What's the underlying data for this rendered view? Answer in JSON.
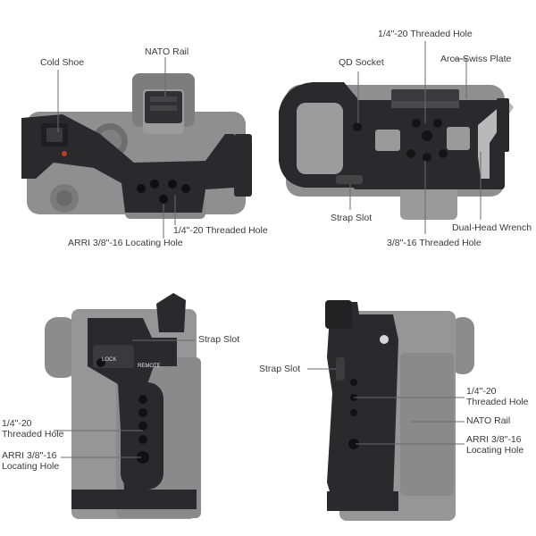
{
  "panels": {
    "top_view": {
      "labels": {
        "cold_shoe": "Cold Shoe",
        "nato_rail": "NATO Rail",
        "threaded_hole_quarter": "1/4\"-20 Threaded Hole",
        "arri_locating_hole": "ARRI 3/8\"-16 Locating Hole"
      }
    },
    "bottom_view": {
      "labels": {
        "threaded_hole_quarter": "1/4\"-20 Threaded Hole",
        "qd_socket": "QD Socket",
        "arca_swiss_plate": "Arca-Swiss Plate",
        "strap_slot": "Strap Slot",
        "dual_head_wrench": "Dual-Head Wrench",
        "threaded_hole_three_eighths": "3/8\"-16 Threaded Hole"
      }
    },
    "left_side_view": {
      "labels": {
        "strap_slot": "Strap Slot",
        "threaded_hole_quarter": "1/4\"-20 Threaded Hole",
        "arri_locating_hole": "ARRI 3/8\"-16 Locating Hole"
      },
      "engraved": {
        "lock": "LOCK",
        "remote": "REMOTE"
      }
    },
    "right_side_view": {
      "labels": {
        "strap_slot": "Strap Slot",
        "threaded_hole_quarter": "1/4\"-20 Threaded Hole",
        "nato_rail": "NATO Rail",
        "arri_locating_hole": "ARRI 3/8\"-16 Locating Hole"
      }
    }
  },
  "colors": {
    "cage": "#2a2a2c",
    "camera_body": "#8f8f8f",
    "camera_light": "#a7a7a7",
    "callout_line": "#6b6b6b",
    "label_text": "#3a3a3a"
  }
}
